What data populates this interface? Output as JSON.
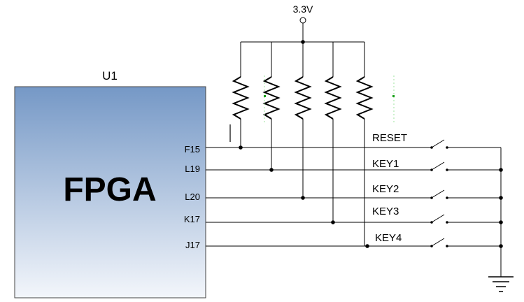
{
  "schematic": {
    "supply_label": "3.3V",
    "chip": {
      "ref": "U1",
      "name": "FPGA",
      "gradient_top": "#7598c6",
      "gradient_bottom": "#f3f6fb"
    },
    "pins": [
      "F15",
      "L19",
      "L20",
      "K17",
      "J17"
    ],
    "keys": [
      "RESET",
      "KEY1",
      "KEY2",
      "KEY3",
      "KEY4"
    ],
    "resistor_count": 5,
    "ground_symbol": "ground-icon",
    "vcc_symbol": "vcc-terminal-icon"
  }
}
